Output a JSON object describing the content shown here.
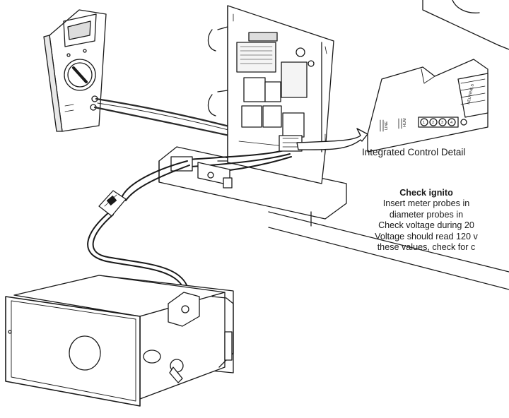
{
  "caption": {
    "detail": "Integrated Control Detail"
  },
  "instructions": {
    "heading": "Check ignito",
    "lines": [
      "Insert meter probes in",
      "diameter probes in",
      "Check voltage during 20",
      "Voltage should read 120 v",
      "these values, check for c"
    ]
  },
  "terminal_labels": {
    "line": "LINE",
    "hum": "HUM",
    "neutrals": "NEUTRALS",
    "numbers": [
      "1",
      "2",
      "3",
      "4"
    ]
  },
  "icons": [
    "multimeter-icon",
    "control-board-icon",
    "ignitor-housing-icon",
    "arrow-icon"
  ],
  "colors": {
    "ink": "#1a1a1a",
    "background": "#ffffff",
    "wire": "#2a2a2a"
  }
}
